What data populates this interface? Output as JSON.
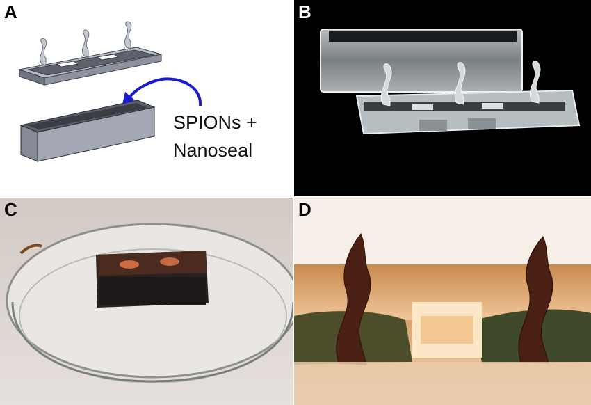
{
  "panels": {
    "a": {
      "label": "A",
      "label_color": "#000000",
      "annotation_line1": "SPIONs +",
      "annotation_line2": "Nanoseal",
      "arrow_color": "#1a1acc",
      "mold_color": "#9aa0ad",
      "pillar_color": "#b8bcc6"
    },
    "b": {
      "label": "B",
      "label_color": "#ffffff"
    },
    "c": {
      "label": "C",
      "label_color": "#000000"
    },
    "d": {
      "label": "D",
      "label_color": "#000000"
    }
  },
  "icons": {
    "panel-a": "cad-render-mold-and-insert",
    "panel-b": "photo-transparent-printed-parts",
    "panel-c": "photo-petri-dish-with-device",
    "panel-d": "photo-closeup-helical-pillars"
  }
}
